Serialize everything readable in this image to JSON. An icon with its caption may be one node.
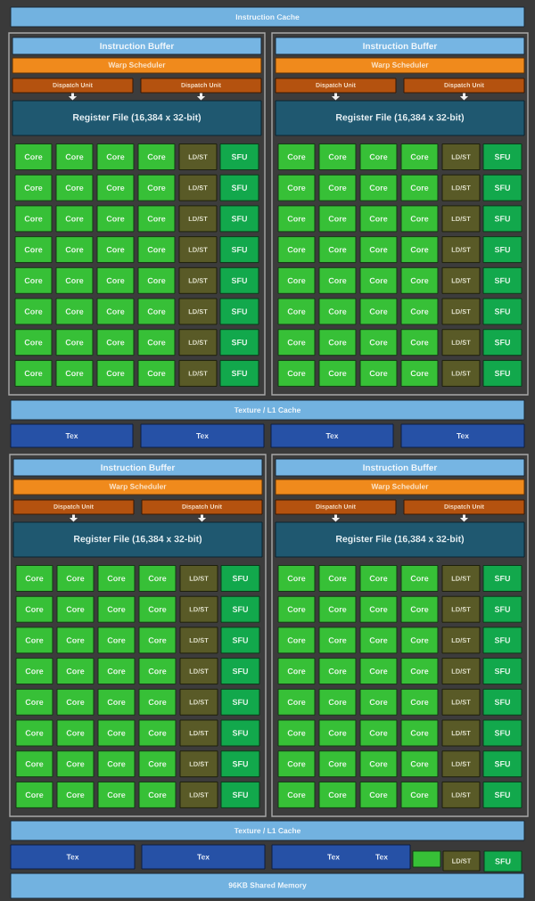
{
  "diagram": {
    "nodes": [
      {
        "text": [
          "Instruction Cache"
        ]
      },
      {
        "text": [],
        "shape": "box"
      },
      {
        "text": [
          "Instruction Buffer"
        ],
        "in": 1
      },
      {
        "text": [
          "Warp Scheduler"
        ],
        "in": 1
      },
      {
        "text": [
          "Dispatch Unit"
        ],
        "in": 1
      },
      {
        "text": [
          "Dispatch Unit"
        ],
        "in": 1
      },
      {
        "text": [
          "Register File (16,384 x 32-bit)"
        ],
        "in": 1
      },
      {
        "text": [
          "Core"
        ],
        "in": 1
      },
      {
        "text": [
          "Core"
        ],
        "in": 1
      },
      {
        "text": [
          "Core"
        ],
        "in": 1
      },
      {
        "text": [
          "Core"
        ],
        "in": 1
      },
      {
        "text": [
          "LD/ST"
        ],
        "in": 1
      },
      {
        "text": [
          "SFU"
        ],
        "in": 1
      },
      {
        "text": [
          "Core"
        ],
        "in": 1
      },
      {
        "text": [
          "Core"
        ],
        "in": 1
      },
      {
        "text": [
          "Core"
        ],
        "in": 1
      },
      {
        "text": [
          "Core"
        ],
        "in": 1
      },
      {
        "text": [
          "LD/ST"
        ],
        "in": 1
      },
      {
        "text": [
          "SFU"
        ],
        "in": 1
      },
      {
        "text": [
          "Core"
        ],
        "in": 1
      },
      {
        "text": [
          "Core"
        ],
        "in": 1
      },
      {
        "text": [
          "Core"
        ],
        "in": 1
      },
      {
        "text": [
          "Core"
        ],
        "in": 1
      },
      {
        "text": [
          "LD/ST"
        ],
        "in": 1
      },
      {
        "text": [
          "SFU"
        ],
        "in": 1
      },
      {
        "text": [
          "Core"
        ],
        "in": 1
      },
      {
        "text": [
          "Core"
        ],
        "in": 1
      },
      {
        "text": [
          "Core"
        ],
        "in": 1
      },
      {
        "text": [
          "Core"
        ],
        "in": 1
      },
      {
        "text": [
          "LD/ST"
        ],
        "in": 1
      },
      {
        "text": [
          "SFU"
        ],
        "in": 1
      },
      {
        "text": [
          "Core"
        ],
        "in": 1
      },
      {
        "text": [
          "Core"
        ],
        "in": 1
      },
      {
        "text": [
          "Core"
        ],
        "in": 1
      },
      {
        "text": [
          "Core"
        ],
        "in": 1
      },
      {
        "text": [
          "LD/ST"
        ],
        "in": 1
      },
      {
        "text": [
          "SFU"
        ],
        "in": 1
      },
      {
        "text": [
          "Core"
        ],
        "in": 1
      },
      {
        "text": [
          "Core"
        ],
        "in": 1
      },
      {
        "text": [
          "Core"
        ],
        "in": 1
      },
      {
        "text": [
          "Core"
        ],
        "in": 1
      },
      {
        "text": [
          "LD/ST"
        ],
        "in": 1
      },
      {
        "text": [
          "SFU"
        ],
        "in": 1
      },
      {
        "text": [
          "Core"
        ],
        "in": 1
      },
      {
        "text": [
          "Core"
        ],
        "in": 1
      },
      {
        "text": [
          "Core"
        ],
        "in": 1
      },
      {
        "text": [
          "Core"
        ],
        "in": 1
      },
      {
        "text": [
          "LD/ST"
        ],
        "in": 1
      },
      {
        "text": [
          "SFU"
        ],
        "in": 1
      },
      {
        "text": [
          "Core"
        ],
        "in": 1
      },
      {
        "text": [
          "Core"
        ],
        "in": 1
      },
      {
        "text": [
          "Core"
        ],
        "in": 1
      },
      {
        "text": [
          "Core"
        ],
        "in": 1
      },
      {
        "text": [
          "LD/ST"
        ],
        "in": 1
      },
      {
        "text": [
          "SFU"
        ],
        "in": 1
      },
      {
        "text": [],
        "shape": "box"
      },
      {
        "text": [
          "Instruction Buffer"
        ],
        "in": 55
      },
      {
        "text": [
          "Warp Scheduler"
        ],
        "in": 55
      },
      {
        "text": [
          "Dispatch Unit"
        ],
        "in": 55
      },
      {
        "text": [
          "Dispatch Unit"
        ],
        "in": 55
      },
      {
        "text": [
          "Register File (16,384 x 32-bit)"
        ],
        "in": 55
      },
      {
        "text": [
          "Core"
        ],
        "in": 55
      },
      {
        "text": [
          "Core"
        ],
        "in": 55
      },
      {
        "text": [
          "Core"
        ],
        "in": 55
      },
      {
        "text": [
          "Core"
        ],
        "in": 55
      },
      {
        "text": [
          "LD/ST"
        ],
        "in": 55
      },
      {
        "text": [
          "SFU"
        ],
        "in": 55
      },
      {
        "text": [
          "Core"
        ],
        "in": 55
      },
      {
        "text": [
          "Core"
        ],
        "in": 55
      },
      {
        "text": [
          "Core"
        ],
        "in": 55
      },
      {
        "text": [
          "Core"
        ],
        "in": 55
      },
      {
        "text": [
          "LD/ST"
        ],
        "in": 55
      },
      {
        "text": [
          "SFU"
        ],
        "in": 55
      },
      {
        "text": [
          "Core"
        ],
        "in": 55
      },
      {
        "text": [
          "Core"
        ],
        "in": 55
      },
      {
        "text": [
          "Core"
        ],
        "in": 55
      },
      {
        "text": [
          "Core"
        ],
        "in": 55
      },
      {
        "text": [
          "LD/ST"
        ],
        "in": 55
      },
      {
        "text": [
          "SFU"
        ],
        "in": 55
      },
      {
        "text": [
          "Core"
        ],
        "in": 55
      },
      {
        "text": [
          "Core"
        ],
        "in": 55
      },
      {
        "text": [
          "Core"
        ],
        "in": 55
      },
      {
        "text": [
          "Core"
        ],
        "in": 55
      },
      {
        "text": [
          "LD/ST"
        ],
        "in": 55
      },
      {
        "text": [
          "SFU"
        ],
        "in": 55
      },
      {
        "text": [
          "Core"
        ],
        "in": 55
      },
      {
        "text": [
          "Core"
        ],
        "in": 55
      },
      {
        "text": [
          "Core"
        ],
        "in": 55
      },
      {
        "text": [
          "Core"
        ],
        "in": 55
      },
      {
        "text": [
          "LD/ST"
        ],
        "in": 55
      },
      {
        "text": [
          "SFU"
        ],
        "in": 55
      },
      {
        "text": [
          "Core"
        ],
        "in": 55
      },
      {
        "text": [
          "Core"
        ],
        "in": 55
      },
      {
        "text": [
          "Core"
        ],
        "in": 55
      },
      {
        "text": [
          "Core"
        ],
        "in": 55
      },
      {
        "text": [
          "LD/ST"
        ],
        "in": 55
      },
      {
        "text": [
          "SFU"
        ],
        "in": 55
      },
      {
        "text": [
          "Core"
        ],
        "in": 55
      },
      {
        "text": [
          "Core"
        ],
        "in": 55
      },
      {
        "text": [
          "Core"
        ],
        "in": 55
      },
      {
        "text": [
          "Core"
        ],
        "in": 55
      },
      {
        "text": [
          "LD/ST"
        ],
        "in": 55
      },
      {
        "text": [
          "SFU"
        ],
        "in": 55
      },
      {
        "text": [
          "Core"
        ],
        "in": 55
      },
      {
        "text": [
          "Core"
        ],
        "in": 55
      },
      {
        "text": [
          "Core"
        ],
        "in": 55
      },
      {
        "text": [
          "Core"
        ],
        "in": 55
      },
      {
        "text": [
          "LD/ST"
        ],
        "in": 55
      },
      {
        "text": [
          "SFU"
        ],
        "in": 55
      },
      {
        "text": [
          "Texture / L1 Cache"
        ]
      },
      {
        "text": [
          "Tex"
        ]
      },
      {
        "text": [
          "Tex"
        ]
      },
      {
        "text": [
          "Tex"
        ]
      },
      {
        "text": [
          "Tex"
        ]
      },
      {
        "text": [],
        "shape": "box"
      },
      {
        "text": [
          "Instruction Buffer"
        ],
        "in": 114
      },
      {
        "text": [
          "Warp Scheduler"
        ],
        "in": 114
      },
      {
        "text": [
          "Dispatch Unit"
        ],
        "in": 114
      },
      {
        "text": [
          "Dispatch Unit"
        ],
        "in": 114
      },
      {
        "text": [
          "Register File (16,384 x 32-bit)"
        ],
        "in": 114
      },
      {
        "text": [
          "Core"
        ],
        "in": 114
      },
      {
        "text": [
          "Core"
        ],
        "in": 114
      },
      {
        "text": [
          "Core"
        ],
        "in": 114
      },
      {
        "text": [
          "Core"
        ],
        "in": 114
      },
      {
        "text": [
          "LD/ST"
        ],
        "in": 114
      },
      {
        "text": [
          "SFU"
        ],
        "in": 114
      },
      {
        "text": [
          "Core"
        ],
        "in": 114
      },
      {
        "text": [
          "Core"
        ],
        "in": 114
      },
      {
        "text": [
          "Core"
        ],
        "in": 114
      },
      {
        "text": [
          "Core"
        ],
        "in": 114
      },
      {
        "text": [
          "LD/ST"
        ],
        "in": 114
      },
      {
        "text": [
          "SFU"
        ],
        "in": 114
      },
      {
        "text": [
          "Core"
        ],
        "in": 114
      },
      {
        "text": [
          "Core"
        ],
        "in": 114
      },
      {
        "text": [
          "Core"
        ],
        "in": 114
      },
      {
        "text": [
          "Core"
        ],
        "in": 114
      },
      {
        "text": [
          "LD/ST"
        ],
        "in": 114
      },
      {
        "text": [
          "SFU"
        ],
        "in": 114
      },
      {
        "text": [
          "Core"
        ],
        "in": 114
      },
      {
        "text": [
          "Core"
        ],
        "in": 114
      },
      {
        "text": [
          "Core"
        ],
        "in": 114
      },
      {
        "text": [
          "Core"
        ],
        "in": 114
      },
      {
        "text": [
          "LD/ST"
        ],
        "in": 114
      },
      {
        "text": [
          "SFU"
        ],
        "in": 114
      },
      {
        "text": [
          "Core"
        ],
        "in": 114
      },
      {
        "text": [
          "Core"
        ],
        "in": 114
      },
      {
        "text": [
          "Core"
        ],
        "in": 114
      },
      {
        "text": [
          "Core"
        ],
        "in": 114
      },
      {
        "text": [
          "LD/ST"
        ],
        "in": 114
      },
      {
        "text": [
          "SFU"
        ],
        "in": 114
      },
      {
        "text": [
          "Core"
        ],
        "in": 114
      },
      {
        "text": [
          "Core"
        ],
        "in": 114
      },
      {
        "text": [
          "Core"
        ],
        "in": 114
      },
      {
        "text": [
          "Core"
        ],
        "in": 114
      },
      {
        "text": [
          "LD/ST"
        ],
        "in": 114
      },
      {
        "text": [
          "SFU"
        ],
        "in": 114
      },
      {
        "text": [
          "Core"
        ],
        "in": 114
      },
      {
        "text": [
          "Core"
        ],
        "in": 114
      },
      {
        "text": [
          "Core"
        ],
        "in": 114
      },
      {
        "text": [
          "Core"
        ],
        "in": 114
      },
      {
        "text": [
          "LD/ST"
        ],
        "in": 114
      },
      {
        "text": [
          "SFU"
        ],
        "in": 114
      },
      {
        "text": [
          "Core"
        ],
        "in": 114
      },
      {
        "text": [
          "Core"
        ],
        "in": 114
      },
      {
        "text": [
          "Core"
        ],
        "in": 114
      },
      {
        "text": [
          "Core"
        ],
        "in": 114
      },
      {
        "text": [
          "LD/ST"
        ],
        "in": 114
      },
      {
        "text": [
          "SFU"
        ],
        "in": 114
      },
      {
        "text": [],
        "shape": "box"
      },
      {
        "text": [
          "Instruction Buffer"
        ],
        "in": 168
      },
      {
        "text": [
          "Warp Scheduler"
        ],
        "in": 168
      },
      {
        "text": [
          "Dispatch Unit"
        ],
        "in": 168
      },
      {
        "text": [
          "Dispatch Unit"
        ],
        "in": 168
      },
      {
        "text": [
          "Register File (16,384 x 32-bit)"
        ],
        "in": 168
      },
      {
        "text": [
          "Core"
        ],
        "in": 168
      },
      {
        "text": [
          "Core"
        ],
        "in": 168
      },
      {
        "text": [
          "Core"
        ],
        "in": 168
      },
      {
        "text": [
          "Core"
        ],
        "in": 168
      },
      {
        "text": [
          "LD/ST"
        ],
        "in": 168
      },
      {
        "text": [
          "SFU"
        ],
        "in": 168
      },
      {
        "text": [
          "Core"
        ],
        "in": 168
      },
      {
        "text": [
          "Core"
        ],
        "in": 168
      },
      {
        "text": [
          "Core"
        ],
        "in": 168
      },
      {
        "text": [
          "Core"
        ],
        "in": 168
      },
      {
        "text": [
          "LD/ST"
        ],
        "in": 168
      },
      {
        "text": [
          "SFU"
        ],
        "in": 168
      },
      {
        "text": [
          "Core"
        ],
        "in": 168
      },
      {
        "text": [
          "Core"
        ],
        "in": 168
      },
      {
        "text": [
          "Core"
        ],
        "in": 168
      },
      {
        "text": [
          "Core"
        ],
        "in": 168
      },
      {
        "text": [
          "LD/ST"
        ],
        "in": 168
      },
      {
        "text": [
          "SFU"
        ],
        "in": 168
      },
      {
        "text": [
          "Core"
        ],
        "in": 168
      },
      {
        "text": [
          "Core"
        ],
        "in": 168
      },
      {
        "text": [
          "Core"
        ],
        "in": 168
      },
      {
        "text": [
          "Core"
        ],
        "in": 168
      },
      {
        "text": [
          "LD/ST"
        ],
        "in": 168
      },
      {
        "text": [
          "SFU"
        ],
        "in": 168
      },
      {
        "text": [
          "Core"
        ],
        "in": 168
      },
      {
        "text": [
          "Core"
        ],
        "in": 168
      },
      {
        "text": [
          "Core"
        ],
        "in": 168
      },
      {
        "text": [
          "Core"
        ],
        "in": 168
      },
      {
        "text": [
          "LD/ST"
        ],
        "in": 168
      },
      {
        "text": [
          "SFU"
        ],
        "in": 168
      },
      {
        "text": [
          "Core"
        ],
        "in": 168
      },
      {
        "text": [
          "Core"
        ],
        "in": 168
      },
      {
        "text": [
          "Core"
        ],
        "in": 168
      },
      {
        "text": [
          "Core"
        ],
        "in": 168
      },
      {
        "text": [
          "LD/ST"
        ],
        "in": 168
      },
      {
        "text": [
          "SFU"
        ],
        "in": 168
      },
      {
        "text": [
          "Core"
        ],
        "in": 168
      },
      {
        "text": [
          "Core"
        ],
        "in": 168
      },
      {
        "text": [
          "Core"
        ],
        "in": 168
      },
      {
        "text": [
          "Core"
        ],
        "in": 168
      },
      {
        "text": [
          "LD/ST"
        ],
        "in": 168
      },
      {
        "text": [
          "SFU"
        ],
        "in": 168
      },
      {
        "text": [
          "Core"
        ],
        "in": 168
      },
      {
        "text": [
          "Core"
        ],
        "in": 168
      },
      {
        "text": [
          "Core"
        ],
        "in": 168
      },
      {
        "text": [
          "Core"
        ],
        "in": 168
      },
      {
        "text": [
          "LD/ST"
        ],
        "in": 168
      },
      {
        "text": [
          "SFU"
        ],
        "in": 168
      },
      {
        "text": [
          "Texture / L1 Cache"
        ]
      },
      {
        "text": [
          "Tex"
        ]
      },
      {
        "text": [
          "Tex"
        ]
      },
      {
        "text": [
          "Tex",
          "Tex"
        ]
      },
      {
        "text": [],
        "shape": "box"
      },
      {
        "text": [
          "LD/ST"
        ]
      },
      {
        "text": [
          "SFU"
        ]
      },
      {
        "text": [
          "96KB Shared Memory"
        ]
      }
    ],
    "edges": [
      {
        "from": 4,
        "to": 6,
        "arrow": "to"
      },
      {
        "from": 5,
        "to": 6,
        "arrow": "to"
      },
      {
        "from": 58,
        "to": 60,
        "arrow": "to"
      },
      {
        "from": 59,
        "to": 60,
        "arrow": "to"
      },
      {
        "from": 117,
        "to": 119,
        "arrow": "to"
      },
      {
        "from": 118,
        "to": 119,
        "arrow": "to"
      },
      {
        "from": 171,
        "to": 173,
        "arrow": "to"
      },
      {
        "from": 172,
        "to": 173,
        "arrow": "to"
      }
    ]
  }
}
